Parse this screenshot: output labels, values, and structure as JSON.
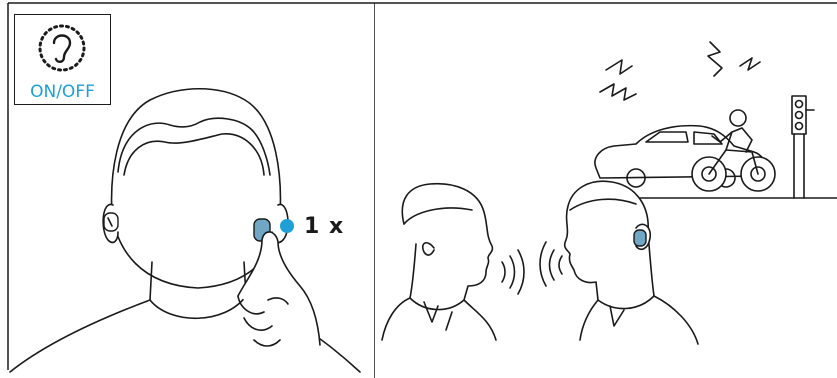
{
  "colors": {
    "accent": "#1ea0d6",
    "line": "#1a1a1a",
    "background": "#ffffff",
    "earbud_fill": "#6fa7c4"
  },
  "left_panel": {
    "mode_box": {
      "icon": "ear-icon",
      "label": "ON/OFF"
    },
    "instruction": {
      "indicator": "blue-dot",
      "press_count": "1 x"
    }
  },
  "right_panel": {
    "icons": [
      "noise-zigzag-icon",
      "car-icon",
      "motorcycle-icon",
      "traffic-light-icon",
      "sound-wave-icon"
    ]
  }
}
